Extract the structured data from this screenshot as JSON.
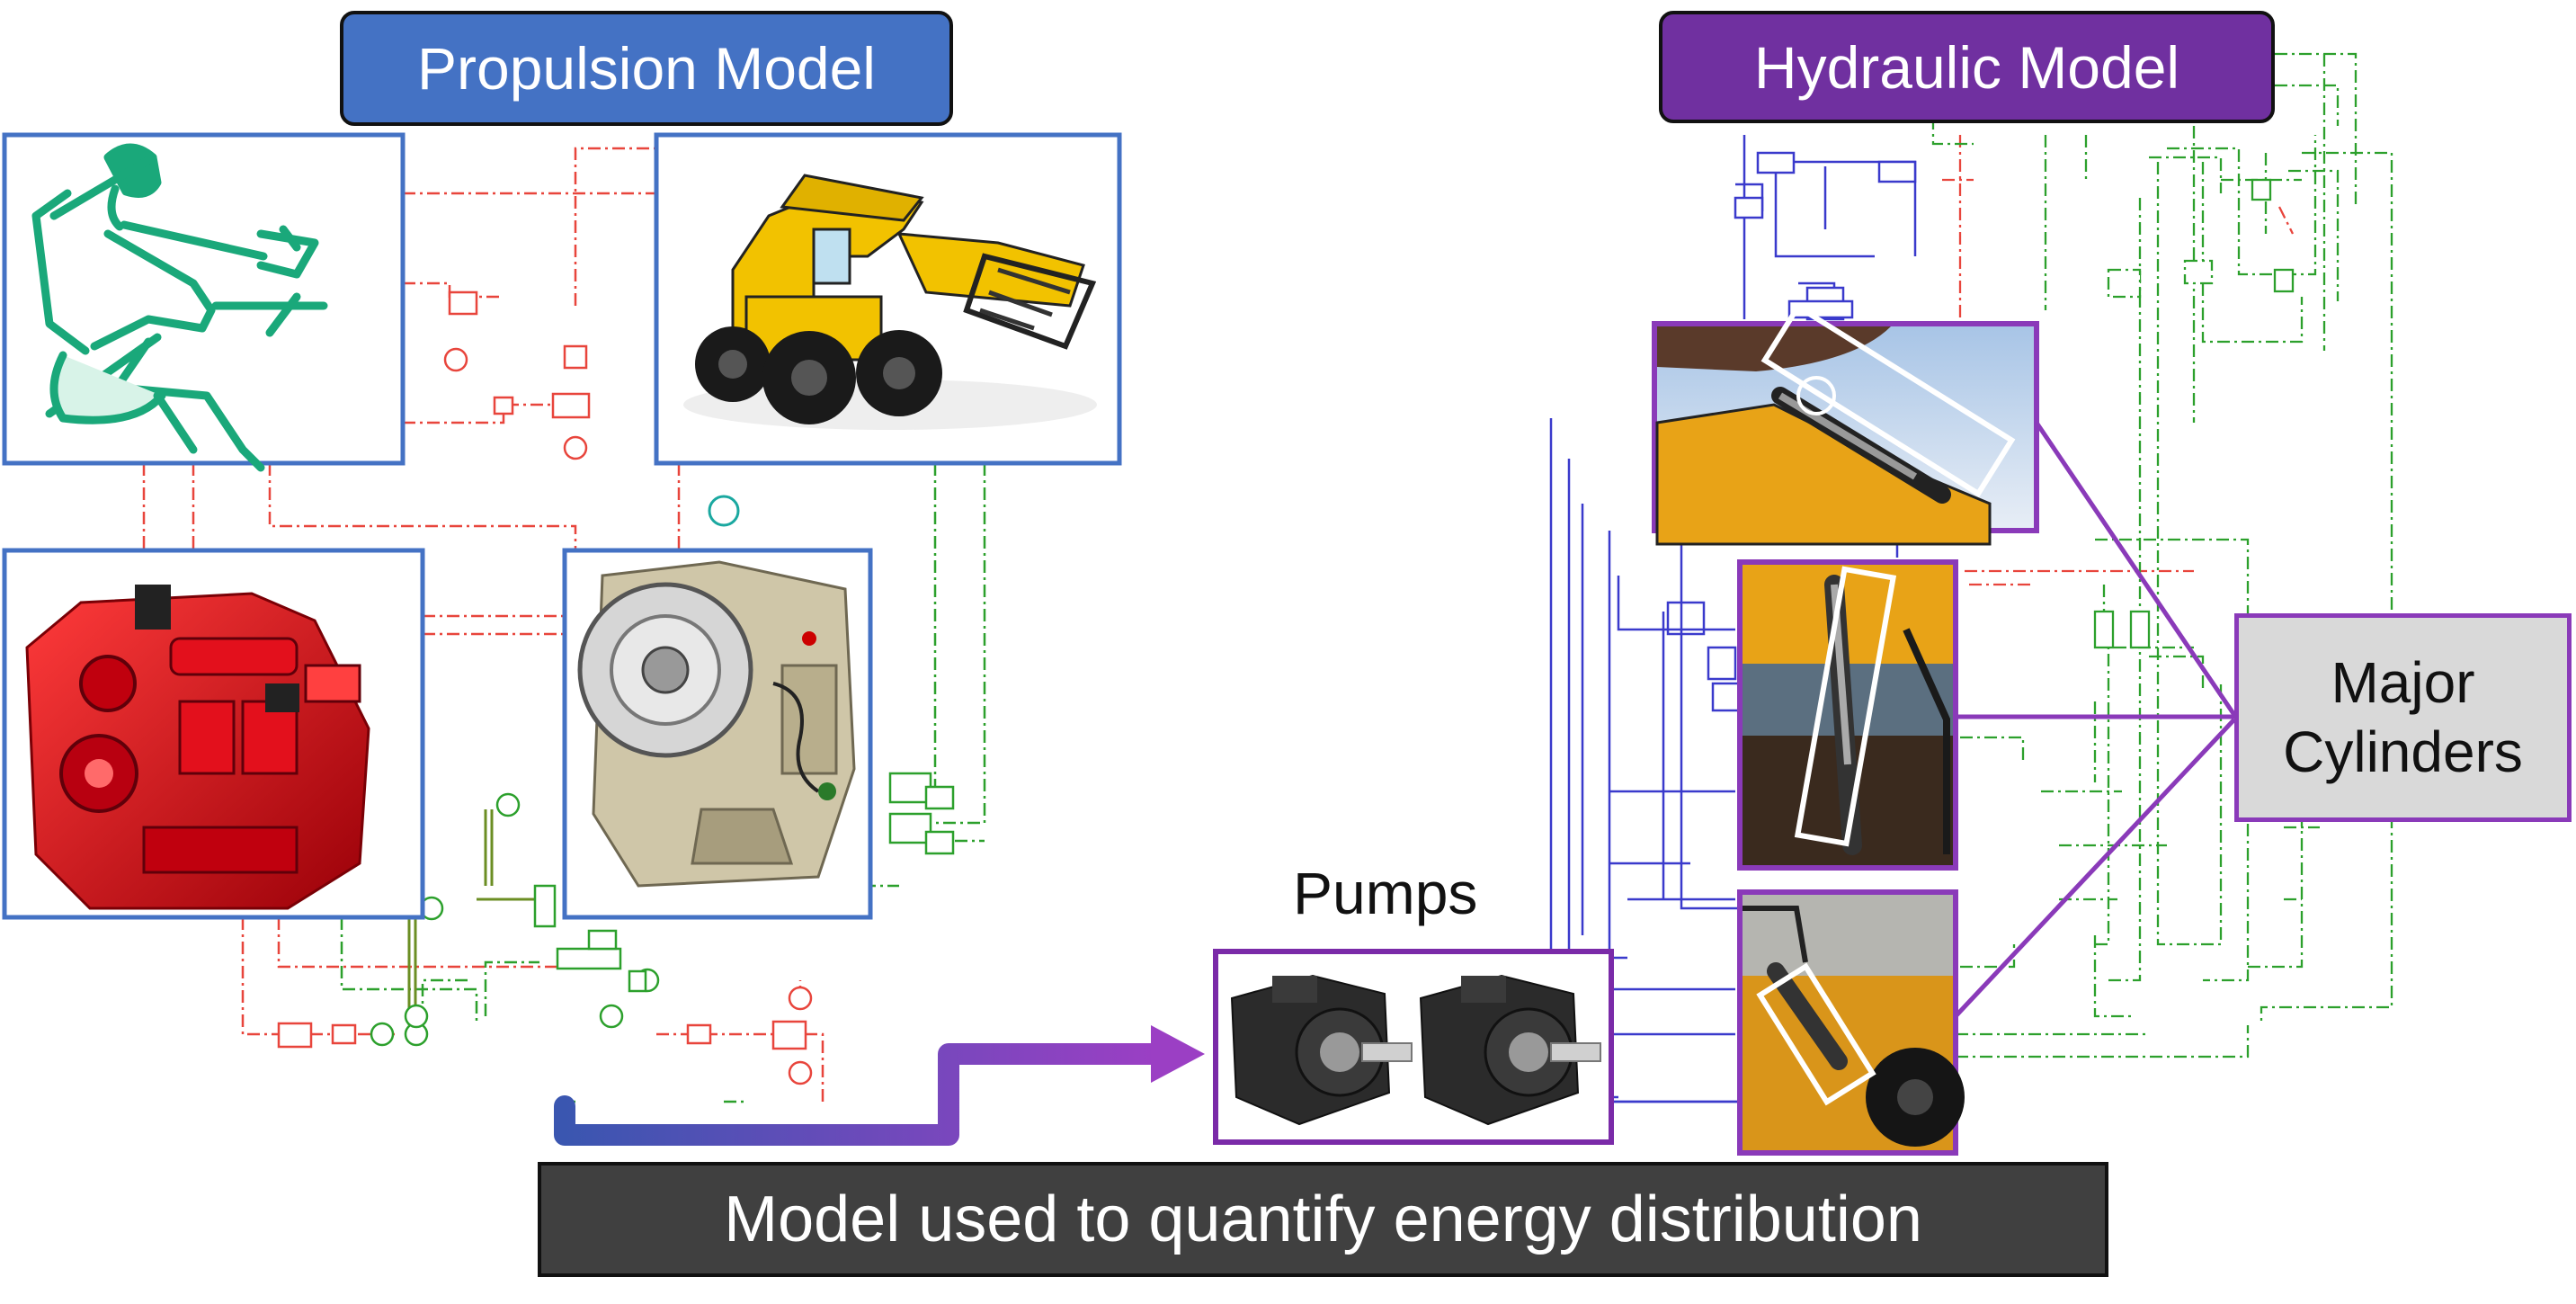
{
  "labels": {
    "propulsion_title": "Propulsion Model",
    "hydraulic_title": "Hydraulic Model",
    "pumps_label": "Pumps",
    "major_line1": "Major",
    "major_line2": "Cylinders",
    "bottom_caption": "Model used to quantify energy distribution"
  },
  "colors": {
    "propulsion_accent": "#4472c4",
    "hydraulic_accent": "#7030a0",
    "frame_purple": "#8a3ab9",
    "bottom_bar": "#404040",
    "signal_red": "#e8453c",
    "signal_green": "#2ca02c",
    "hydraulic_blue": "#3a3acc",
    "driver_teal": "#1aa87a",
    "engine_red": "#d0121b",
    "loader_yellow": "#f2c200"
  },
  "icons": [
    "driver-icon",
    "loader-vehicle-image",
    "engine-image",
    "transmission-image",
    "hydraulic-cylinder-image",
    "pump-image"
  ]
}
